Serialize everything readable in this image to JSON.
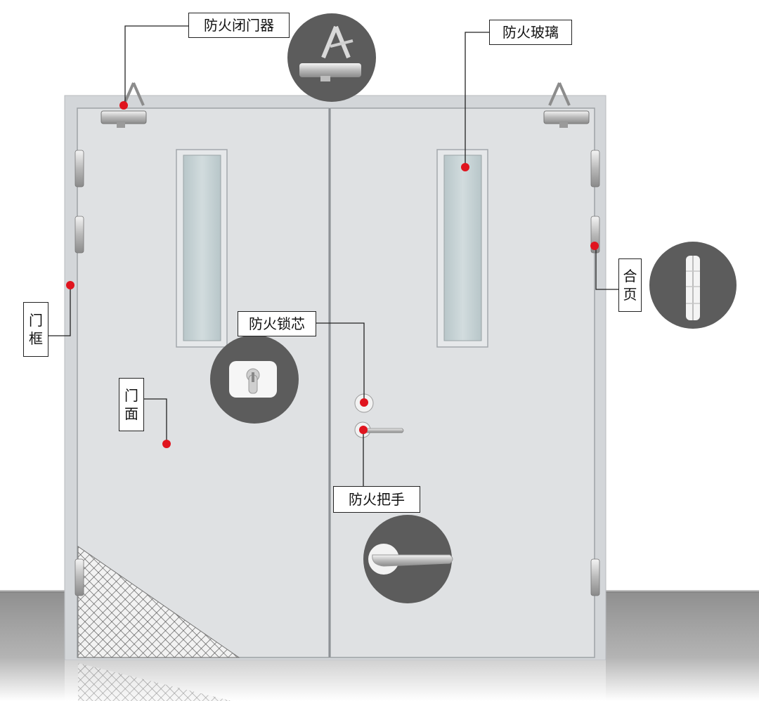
{
  "diagram": {
    "labels": {
      "door_closer": "防火闭门器",
      "fire_glass": "防火玻璃",
      "door_frame": [
        "门",
        "框"
      ],
      "door_panel": [
        "门",
        "面"
      ],
      "lock_cylinder": "防火锁芯",
      "hinge": [
        "合",
        "页"
      ],
      "handle": "防火把手"
    }
  },
  "colors": {
    "marker": "#e0141e",
    "door": "#dfe1e3",
    "frame": "#cfd2d5",
    "glass": "#c4d0d3",
    "zoom_circle": "#5c5c5c",
    "floor": "#9a9a9a"
  }
}
